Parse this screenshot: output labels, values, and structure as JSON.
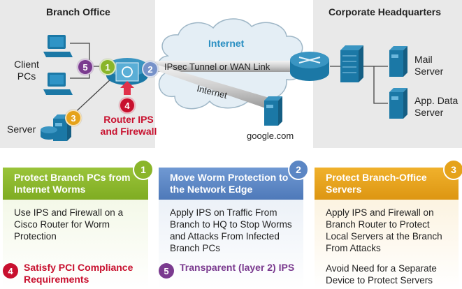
{
  "colors": {
    "device_blue": "#1b78a6",
    "green": "#8ab52a",
    "blue": "#5b86c4",
    "orange": "#e5a21a",
    "red": "#c8102e",
    "purple": "#7a3a8f",
    "badge_blue": "#7792c9",
    "internet_text": "#2a8fc2"
  },
  "zones": {
    "branch_title": "Branch Office",
    "hq_title": "Corporate Headquarters"
  },
  "labels": {
    "client_pcs": "Client PCs",
    "server": "Server",
    "router_ips": "Router IPS and Firewall",
    "internet_cloud": "Internet",
    "ipsec_tunnel": "IPsec Tunnel or WAN Link",
    "internet_link": "Internet",
    "google": "google.com",
    "mail_server": "Mail Server",
    "app_server": "App. Data Server"
  },
  "badges": {
    "b1": "1",
    "b2": "2",
    "b3": "3",
    "b4": "4",
    "b5": "5"
  },
  "cards": [
    {
      "number": "1",
      "title": "Protect Branch PCs from Internet Worms",
      "body": [
        "Use IPS and Firewall on a Cisco Router for Worm Protection"
      ],
      "footnote": {
        "number": "4",
        "text": "Satisfy PCI Compliance Requirements"
      }
    },
    {
      "number": "2",
      "title": "Move Worm Protection to the Network Edge",
      "body": [
        "Apply IPS on Traffic From Branch to HQ to Stop Worms and Attacks From Infected Branch PCs"
      ],
      "footnote": {
        "number": "5",
        "text": "Transparent (layer 2) IPS"
      }
    },
    {
      "number": "3",
      "title": "Protect Branch-Office Servers",
      "body": [
        "Apply IPS and Firewall on Branch Router to Protect Local Servers at the Branch From Attacks",
        "Avoid Need for a Separate Device to Protect Servers"
      ]
    }
  ]
}
